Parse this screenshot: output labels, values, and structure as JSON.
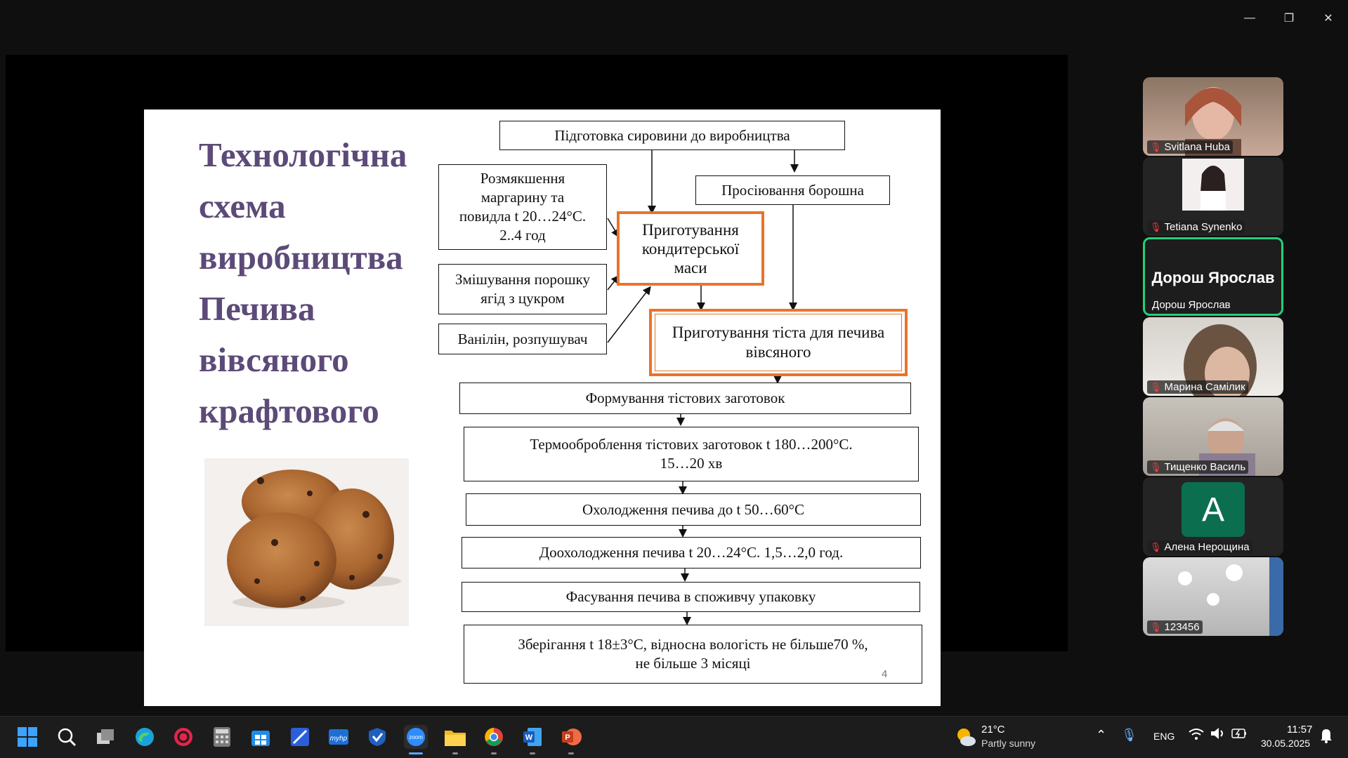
{
  "window": {
    "minimize_glyph": "—",
    "restore_glyph": "❐",
    "close_glyph": "✕"
  },
  "slide": {
    "title_lines": [
      "Технологічна",
      "схема",
      "виробництва",
      "Печива",
      "вівсяного",
      "крафтового"
    ],
    "page_number": "4",
    "flow": {
      "prep": "Підготовка сировини до виробництва",
      "soften": [
        "Розмякшення",
        "маргарину та",
        "повидла t 20…24°С.",
        "2..4 год"
      ],
      "sift": "Просіювання борошна",
      "mass": [
        "Приготування",
        "кондитерської",
        "маси"
      ],
      "mix": [
        "Змішування порошку",
        "ягід з цукром"
      ],
      "vanilla": "Ванілін, розпушувач",
      "dough": [
        "Приготування тіста для печива",
        "вівсяного"
      ],
      "forming": "Формування тістових заготовок",
      "baking": [
        "Термооброблення тістових заготовок t 180…200°С.",
        "15…20 хв"
      ],
      "cooling": "Охолодження печива до t 50…60°С",
      "aftercool": "Доохолодження печива t 20…24°С. 1,5…2,0 год.",
      "packing": "Фасування печива в споживчу упаковку",
      "storage": [
        "Зберігання t 18±3°С, відносна вологість не більше70 %,",
        "не більше 3 місяці"
      ]
    }
  },
  "participants": [
    {
      "name": "Svitlana Huba",
      "muted": true
    },
    {
      "name": "Tetiana Synenko",
      "muted": true
    },
    {
      "name": "Дорош Ярослав",
      "muted": false,
      "active": true,
      "display": "Дорош Ярослав"
    },
    {
      "name": "Марина Самілик",
      "muted": true
    },
    {
      "name": "Тищенко Василь",
      "muted": true
    },
    {
      "name": "Алена Нерощина",
      "muted": true,
      "initial": "A"
    },
    {
      "name": "123456",
      "muted": true
    }
  ],
  "taskbar": {
    "weather_temp": "21°C",
    "weather_desc": "Partly sunny",
    "language": "ENG",
    "time": "11:57",
    "date": "30.05.2025"
  },
  "colors": {
    "title": "#5c4a78",
    "accent_orange": "#e8742b",
    "active_speaker": "#22d07a"
  }
}
